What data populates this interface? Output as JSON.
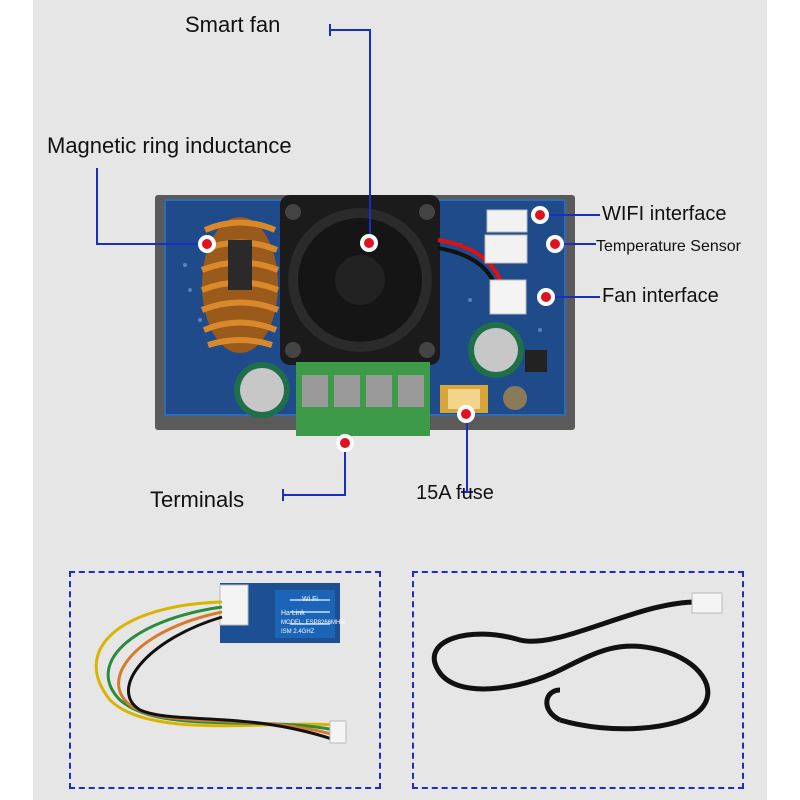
{
  "labels": {
    "smart_fan": "Smart fan",
    "magnetic_ring": "Magnetic ring inductance",
    "wifi": "WIFI interface",
    "temp_sensor": "Temperature Sensor",
    "fan_interface": "Fan interface",
    "terminals": "Terminals",
    "fuse": "15A fuse"
  },
  "colors": {
    "background": "#e6e6e6",
    "callout_line": "#1a2fbf",
    "marker": "#e0121e",
    "board": "#0e3a78",
    "dashed_box": "#1a2fbf"
  },
  "images": {
    "main_board": "controller board with fan, inductor and terminals",
    "wifi_module": "ESP8266 WiFi module with 4-wire cable",
    "temp_probe": "temperature sensor probe with black cable"
  },
  "module_text": {
    "brand": "Ha Link",
    "model": "MODEL: ESP8266MHN",
    "freq": "ISM 2.4GHZ",
    "badge": "Wi Fi"
  }
}
